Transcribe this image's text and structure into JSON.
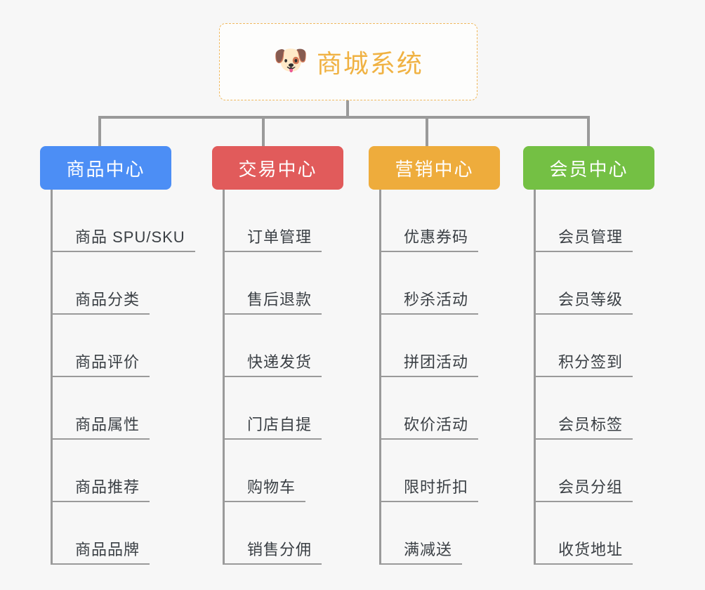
{
  "diagram": {
    "type": "mindmap",
    "background_color": "#f7f7f7",
    "root": {
      "icon": "dog-face-emoji",
      "icon_glyph": "🐶",
      "title": "商城系统",
      "text_color": "#f0b243",
      "border_color": "#f0b95f",
      "background_color": "#fdfdfc"
    },
    "connector_color": "#9a9a9a",
    "columns": [
      {
        "title": "商品中心",
        "color": "#4c8ef5",
        "items": [
          "商品 SPU/SKU",
          "商品分类",
          "商品评价",
          "商品属性",
          "商品推荐",
          "商品品牌"
        ]
      },
      {
        "title": "交易中心",
        "color": "#e15b5b",
        "items": [
          "订单管理",
          "售后退款",
          "快递发货",
          "门店自提",
          "购物车",
          "销售分佣"
        ]
      },
      {
        "title": "营销中心",
        "color": "#eeac3c",
        "items": [
          "优惠券码",
          "秒杀活动",
          "拼团活动",
          "砍价活动",
          "限时折扣",
          "满减送"
        ]
      },
      {
        "title": "会员中心",
        "color": "#74c044",
        "items": [
          "会员管理",
          "会员等级",
          "积分签到",
          "会员标签",
          "会员分组",
          "收货地址"
        ]
      }
    ]
  }
}
